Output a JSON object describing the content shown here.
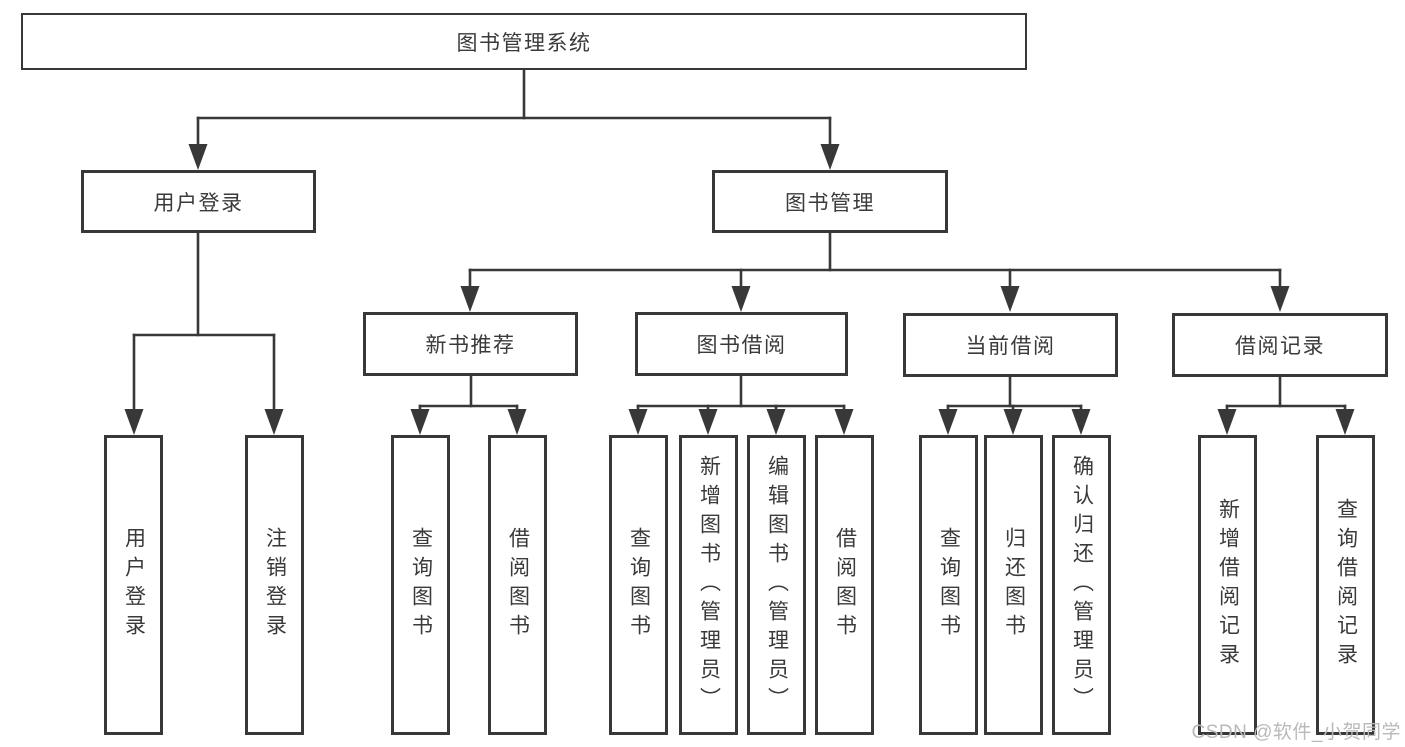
{
  "diagram": {
    "root": {
      "label": "图书管理系统"
    },
    "branches": [
      {
        "label": "用户登录",
        "children": [
          "用户登录",
          "注销登录"
        ]
      },
      {
        "label": "图书管理",
        "children": [
          {
            "label": "新书推荐",
            "children": [
              "查询图书",
              "借阅图书"
            ]
          },
          {
            "label": "图书借阅",
            "children": [
              "查询图书",
              "新增图书（管理员）",
              "编辑图书（管理员）",
              "借阅图书"
            ]
          },
          {
            "label": "当前借阅",
            "children": [
              "查询图书",
              "归还图书",
              "确认归还（管理员）"
            ]
          },
          {
            "label": "借阅记录",
            "children": [
              "新增借阅记录",
              "查询借阅记录"
            ]
          }
        ]
      }
    ]
  },
  "watermark": "CSDN @软件_小贺同学",
  "colors": {
    "line": "#383838",
    "border": "#383838",
    "text": "#3a3a3a",
    "watermark": "#b9b9b9",
    "background": "#ffffff"
  }
}
